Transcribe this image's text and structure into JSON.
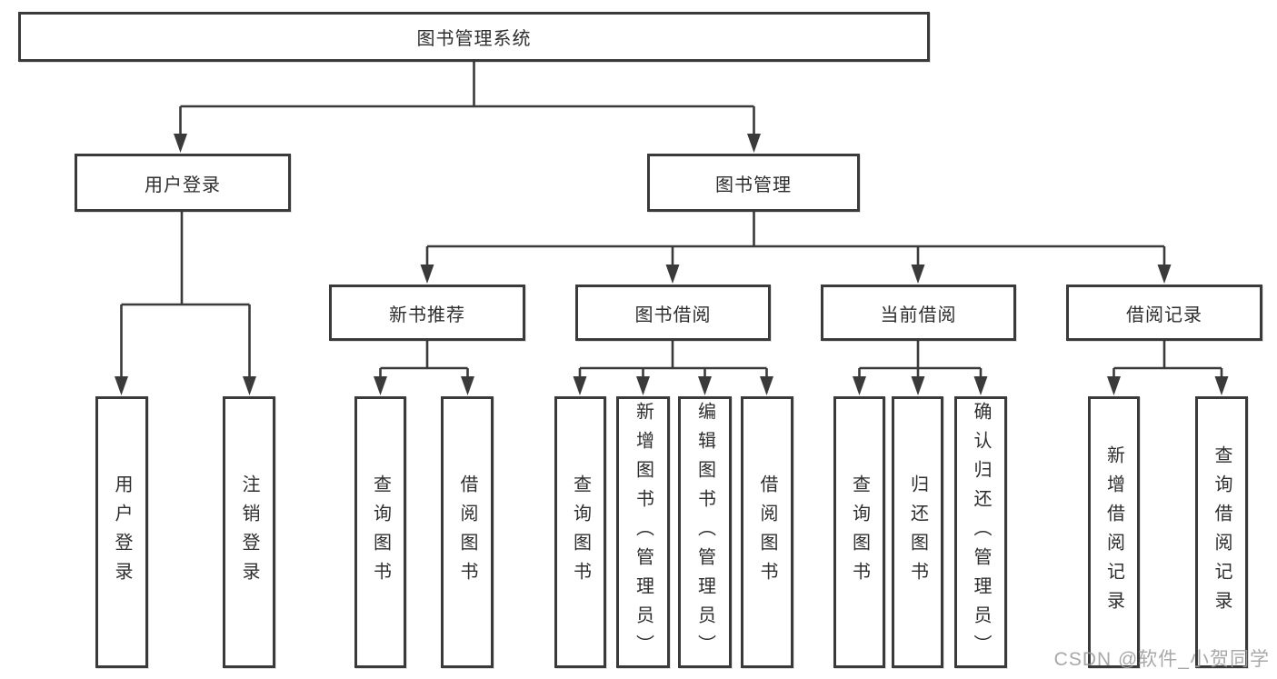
{
  "diagram": {
    "watermark": "CSDN @软件_小贺同学",
    "colors": {
      "line": "#3a3a3a",
      "box_border": "#3a3a3a",
      "text": "#2e2e2e",
      "background": "#ffffff",
      "watermark_text": "#9e9e9e"
    },
    "tree": {
      "label": "图书管理系统",
      "children": [
        {
          "label": "用户登录",
          "children": [
            {
              "label": "用户登录"
            },
            {
              "label": "注销登录"
            }
          ]
        },
        {
          "label": "图书管理",
          "children": [
            {
              "label": "新书推荐",
              "children": [
                {
                  "label": "查询图书"
                },
                {
                  "label": "借阅图书"
                }
              ]
            },
            {
              "label": "图书借阅",
              "children": [
                {
                  "label": "查询图书"
                },
                {
                  "label": "新增图书（管理员）"
                },
                {
                  "label": "编辑图书（管理员）"
                },
                {
                  "label": "借阅图书"
                }
              ]
            },
            {
              "label": "当前借阅",
              "children": [
                {
                  "label": "查询图书"
                },
                {
                  "label": "归还图书"
                },
                {
                  "label": "确认归还（管理员）"
                }
              ]
            },
            {
              "label": "借阅记录",
              "children": [
                {
                  "label": "新增借阅记录"
                },
                {
                  "label": "查询借阅记录"
                }
              ]
            }
          ]
        }
      ]
    }
  }
}
